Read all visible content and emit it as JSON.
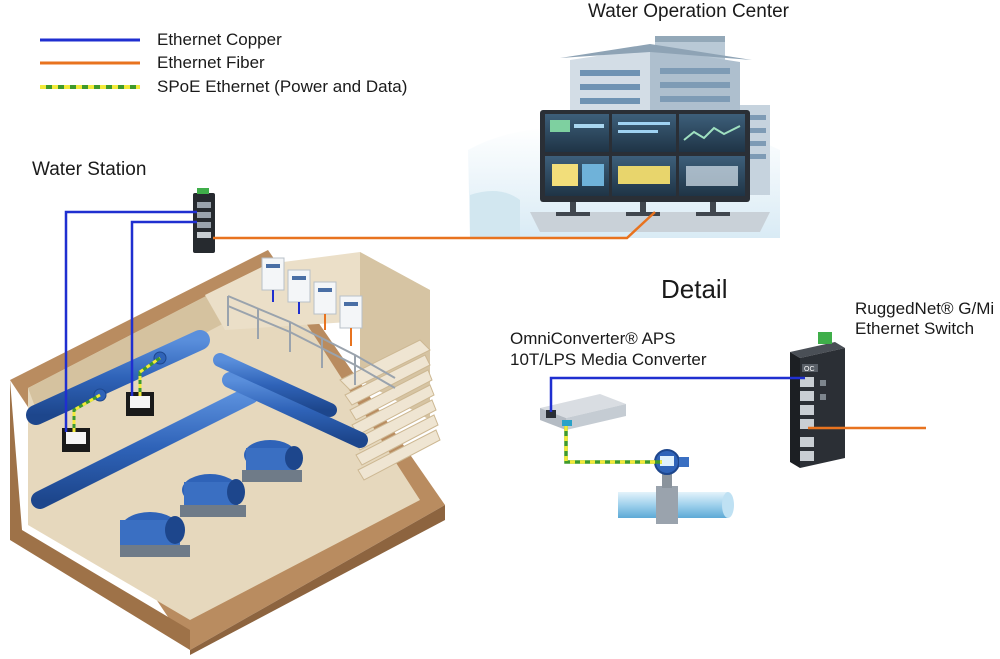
{
  "legend": {
    "items": [
      {
        "label": "Ethernet Copper",
        "style": "copper"
      },
      {
        "label": "Ethernet Fiber",
        "style": "fiber"
      },
      {
        "label": "SPoE Ethernet (Power and Data)",
        "style": "spoe"
      }
    ]
  },
  "labels": {
    "operation_center": "Water Operation Center",
    "water_station": "Water Station",
    "detail": "Detail",
    "converter_line1": "OmniConverter® APS",
    "converter_line2": "10T/LPS Media Converter",
    "switch_line1": "RuggedNet® G/Mi",
    "switch_line2": "Ethernet Switch",
    "switch_brand": "OC"
  },
  "colors": {
    "copper": "#1f2fd0",
    "fiber": "#e8731f",
    "spoe_green": "#3f9a2a",
    "spoe_yellow": "#f2ea3a",
    "pipe": "#2f63b8",
    "pipe_light": "#4f86d6",
    "concrete": "#e9dcc4",
    "wall": "#d6c3a2",
    "ground": "#b98c60"
  }
}
